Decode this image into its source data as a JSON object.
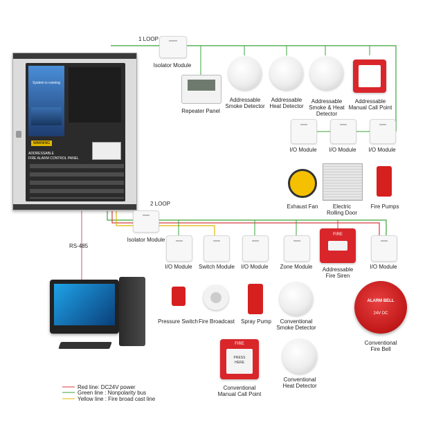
{
  "loop1_label": "1 LOOP",
  "loop2_label": "2 LOOP",
  "rs485_label": "RS-485",
  "panel": {
    "screen_text": "System is running",
    "brand_line1": "ADDRESSABLE",
    "brand_line2": "FIRE ALARM CONTROL PANEL",
    "warning": "WARNING"
  },
  "loop1": {
    "isolator": "Isolator Module",
    "repeater": "Repeater Panel",
    "smoke": [
      "Addressable",
      "Smoke Detector"
    ],
    "heat": [
      "Addressable",
      "Heat Detector"
    ],
    "smoke_heat": [
      "Addressable",
      "Smoke & Heat",
      "Detector"
    ],
    "mcp": [
      "Addressable",
      "Manual Call Point"
    ],
    "io1": "I/O Module",
    "io2": "I/O Module",
    "io3": "I/O Module",
    "exhaust": "Exhaust Fan",
    "door": [
      "Electric",
      "Rolling Door"
    ],
    "pumps": "Fire Pumps"
  },
  "loop2": {
    "isolator": "Isolator Module",
    "io1": "I/O Module",
    "switch": "Switch  Module",
    "io2": "I/O Module",
    "zone": "Zone Module",
    "siren": [
      "Addressable",
      "Fire Siren"
    ],
    "siren_text": "FIRE",
    "io3": "I/O Module",
    "pressure": "Pressure Switch",
    "broadcast": "Fire Broadcast",
    "spray": "Spray Pump",
    "conv_smoke": [
      "Conventional",
      "Smoke Detector"
    ],
    "bell": [
      "Conventional",
      "Fire Bell"
    ],
    "bell_text": "ALARM BELL",
    "bell_volt": "24V DC",
    "conv_mcp": [
      "Conventional",
      "Manual Call Point"
    ],
    "mcp_fire": "FIRE",
    "mcp_press": "PRESS",
    "mcp_here": "HERE",
    "conv_heat": [
      "Conventional",
      "Heat Detector"
    ]
  },
  "legend": [
    {
      "text": "Red line: DC24V power",
      "color": "#d63a3a"
    },
    {
      "text": "Green line : Nonpolarity bus",
      "color": "#3aa33a"
    },
    {
      "text": "Yellow line : Fire broad cast line",
      "color": "#e0b800"
    }
  ],
  "colors": {
    "red": "#d63a3a",
    "green": "#3aa33a",
    "yellow": "#e0b800",
    "panel_body": "#d9d9d9",
    "panel_face": "#2b2b2b"
  }
}
